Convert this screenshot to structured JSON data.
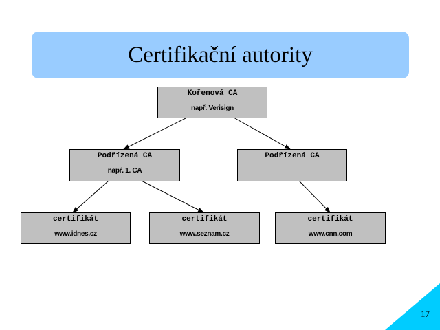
{
  "slide": {
    "title": "Certifikační autority",
    "page_number": "17"
  },
  "diagram": {
    "nodes": {
      "root": {
        "label": "Kořenová CA",
        "sub": "např. Verisign"
      },
      "sub_left": {
        "label": "Podřízená CA",
        "sub": "např. 1. CA"
      },
      "sub_right": {
        "label": "Podřízená CA",
        "sub": ""
      },
      "cert_idnes": {
        "label": "certifikát",
        "sub": "www.idnes.cz"
      },
      "cert_seznam": {
        "label": "certifikát",
        "sub": "www.seznam.cz"
      },
      "cert_cnn": {
        "label": "certifikát",
        "sub": "www.cnn.com"
      }
    },
    "edges": [
      {
        "from": "root",
        "to": "sub_left"
      },
      {
        "from": "root",
        "to": "sub_right"
      },
      {
        "from": "sub_left",
        "to": "cert_idnes"
      },
      {
        "from": "sub_left",
        "to": "cert_seznam"
      },
      {
        "from": "sub_right",
        "to": "cert_cnn"
      }
    ],
    "colors": {
      "node_fill": "#c0c0c0",
      "banner": "#99ccff",
      "corner": "#00ccff"
    }
  }
}
